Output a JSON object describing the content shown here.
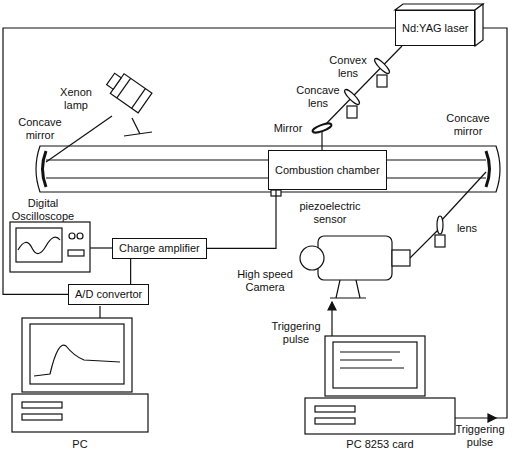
{
  "diagram": {
    "nodes": [
      {
        "text": [
          "Nd:YAG laser"
        ]
      },
      {
        "text": [
          "Combustion chamber"
        ]
      },
      {
        "text": [
          "Charge amplifier"
        ]
      },
      {
        "text": [
          "A/D convertor"
        ]
      }
    ],
    "edges": [
      {
        "from": 1,
        "to": 2,
        "arrow": "none"
      },
      {
        "from": 2,
        "to": 3,
        "arrow": "none"
      },
      {
        "from": 0,
        "to": 3,
        "arrow": "none"
      }
    ],
    "labels": [
      "Convex lens",
      "Concave lens",
      "Xenon lamp",
      "Mirror",
      "Concave mirror",
      "Concave mirror",
      "Digital Oscilloscope",
      "piezoelectric sensor",
      "lens",
      "High speed Camera",
      "Triggering pulse",
      "PC",
      "PC 8253 card",
      "Triggering pulse"
    ]
  }
}
